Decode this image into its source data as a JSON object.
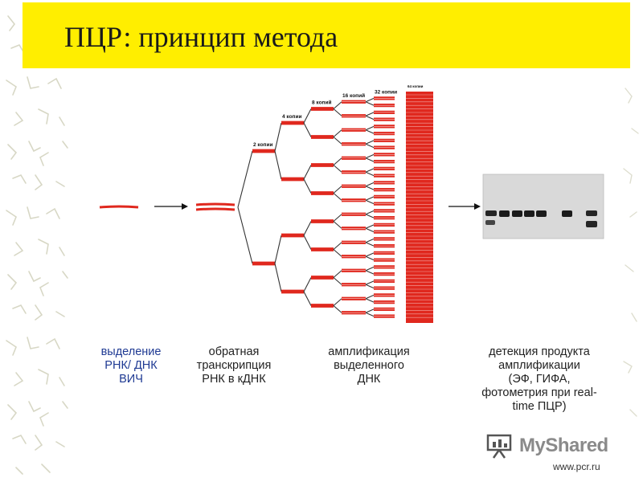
{
  "title": "ПЦР: принцип метода",
  "copy_labels": [
    "2 копии",
    "4 копии",
    "8 копий",
    "16 копий",
    "32 копии",
    "64 копии"
  ],
  "captions": {
    "isolation": [
      "выделение",
      "РНК/ ДНК",
      "ВИЧ"
    ],
    "reverse_transcription": [
      "обратная",
      "транскрипция",
      "РНК в кДНК"
    ],
    "amplification": [
      "амплификация",
      "выделенного",
      "ДНК"
    ],
    "detection": [
      "детекция продукта",
      "амплификации",
      "(ЭФ, ГИФА,",
      "фотометрия при real-",
      "time ПЦР)"
    ]
  },
  "logo": {
    "text": "MyShared",
    "icon": "presentation-board-icon"
  },
  "site_url": "www.pcr.ru",
  "colors": {
    "title_bar": "#ffee00",
    "strand": "#e0281e",
    "branch": "#333333",
    "caption_blue": "#1f3a93"
  }
}
